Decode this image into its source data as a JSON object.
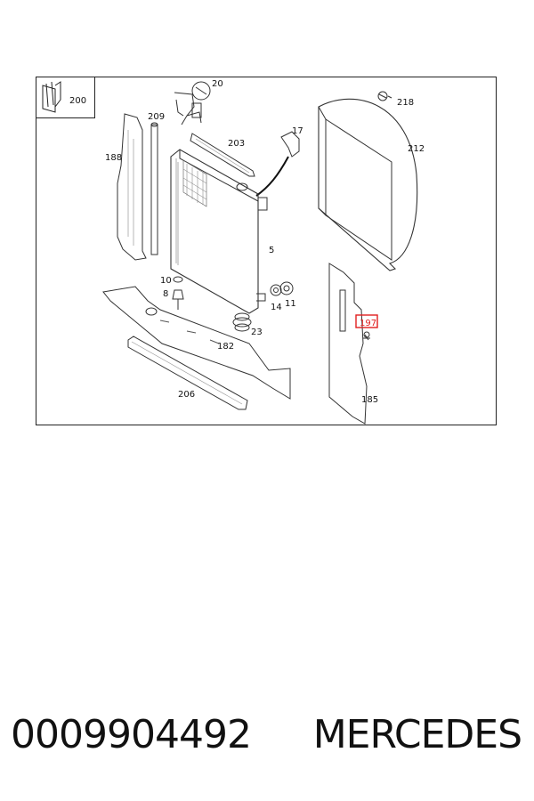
{
  "diagram": {
    "inset_label": "200",
    "highlight_color": "#e02020",
    "callouts": {
      "c20": "20",
      "c218": "218",
      "c209": "209",
      "c203": "203",
      "c17": "17",
      "c188": "188",
      "c212": "212",
      "c5": "5",
      "c10": "10",
      "c8": "8",
      "c14": "14",
      "c11": "11",
      "c197": "197",
      "c23": "23",
      "c182": "182",
      "c206": "206",
      "c185": "185"
    }
  },
  "footer": {
    "part_number": "0009904492",
    "brand": "MERCEDES"
  }
}
